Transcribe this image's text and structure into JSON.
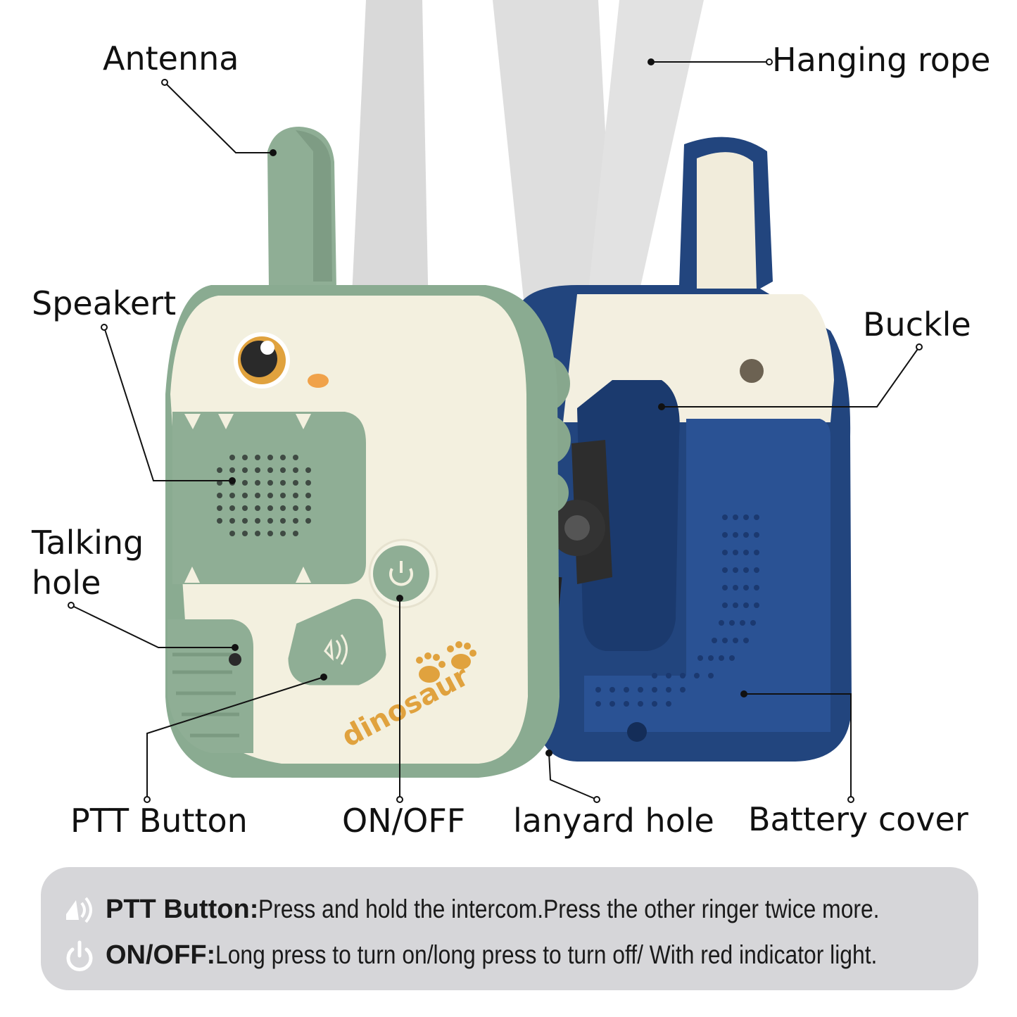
{
  "labels": {
    "antenna": "Antenna",
    "hanging_rope": "Hanging rope",
    "speaker": "Speakert",
    "buckle": "Buckle",
    "talking_hole_1": "Talking",
    "talking_hole_2": "hole",
    "ptt_button": "PTT Button",
    "on_off": "ON/OFF",
    "lanyard_hole": "lanyard hole",
    "battery_cover": "Battery cover"
  },
  "device": {
    "brand_text": "dinosaur"
  },
  "info": {
    "ptt": {
      "key": "PTT Button:",
      "text": "Press and hold the intercom.Press the other ringer twice more."
    },
    "onoff": {
      "key": "ON/OFF:",
      "text": "Long press to turn on/long press to turn off/ With red indicator light."
    }
  },
  "colors": {
    "green_body": "#8fae95",
    "cream": "#f3f0df",
    "navy": "#22457e",
    "strap": "#dcdcdc",
    "accent_orange": "#f0a24a",
    "info_panel": "#d6d6d9"
  },
  "icons": [
    "speaker-wave-icon",
    "power-icon",
    "paw-print-icon"
  ]
}
